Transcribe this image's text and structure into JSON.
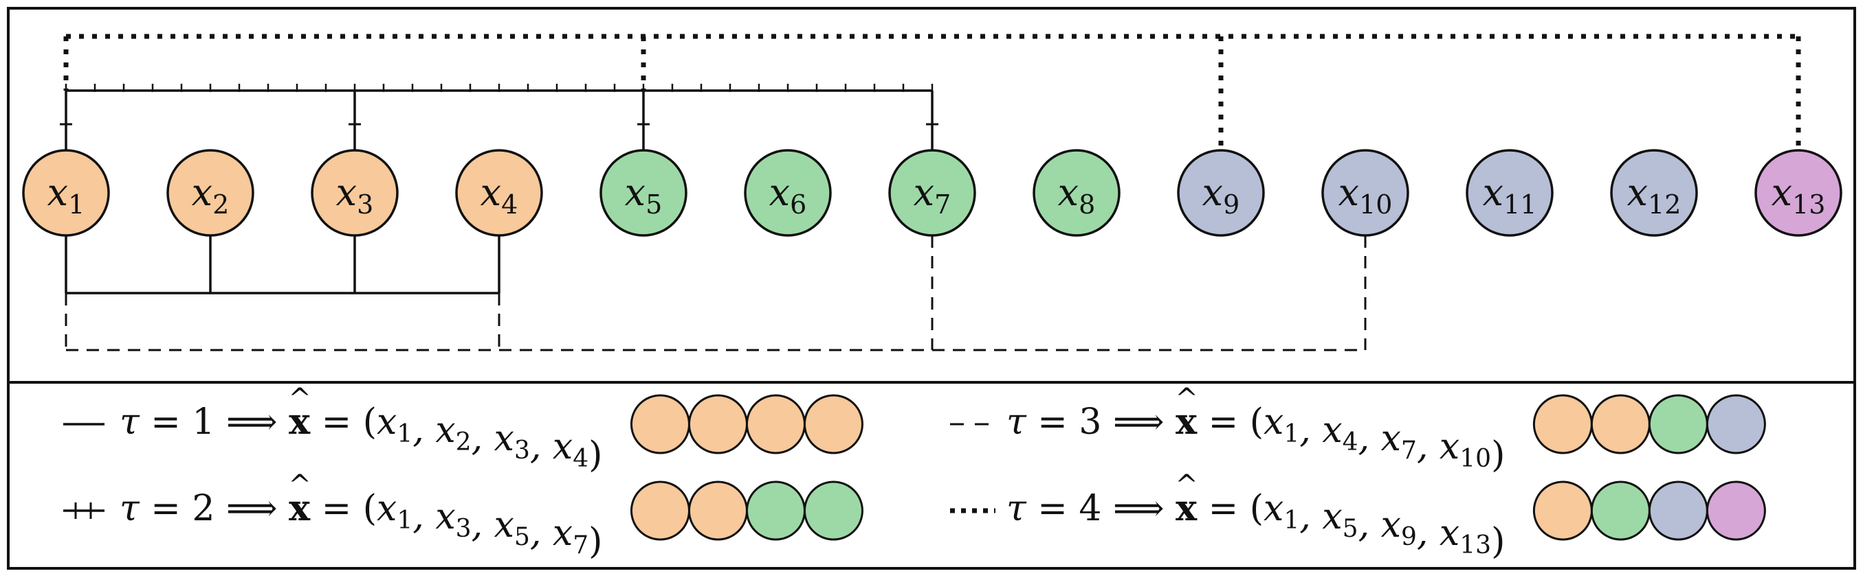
{
  "palette": {
    "orange": "#F7C99B",
    "green": "#9DD9A6",
    "blue": "#B6BFD6",
    "purple": "#D6A6D6",
    "stroke": "#111111"
  },
  "nodes": [
    {
      "base": "x",
      "sub": "1",
      "color": "orange"
    },
    {
      "base": "x",
      "sub": "2",
      "color": "orange"
    },
    {
      "base": "x",
      "sub": "3",
      "color": "orange"
    },
    {
      "base": "x",
      "sub": "4",
      "color": "orange"
    },
    {
      "base": "x",
      "sub": "5",
      "color": "green"
    },
    {
      "base": "x",
      "sub": "6",
      "color": "green"
    },
    {
      "base": "x",
      "sub": "7",
      "color": "green"
    },
    {
      "base": "x",
      "sub": "8",
      "color": "green"
    },
    {
      "base": "x",
      "sub": "9",
      "color": "blue"
    },
    {
      "base": "x",
      "sub": "10",
      "color": "blue"
    },
    {
      "base": "x",
      "sub": "11",
      "color": "blue"
    },
    {
      "base": "x",
      "sub": "12",
      "color": "blue"
    },
    {
      "base": "x",
      "sub": "13",
      "color": "purple"
    }
  ],
  "groupings": [
    {
      "tau": "1",
      "style": "solid",
      "members": [
        1,
        2,
        3,
        4
      ],
      "vector": [
        "1",
        "2",
        "3",
        "4"
      ],
      "colors": [
        "orange",
        "orange",
        "orange",
        "orange"
      ]
    },
    {
      "tau": "2",
      "style": "ticked",
      "members": [
        1,
        3,
        5,
        7
      ],
      "vector": [
        "1",
        "3",
        "5",
        "7"
      ],
      "colors": [
        "orange",
        "orange",
        "green",
        "green"
      ]
    },
    {
      "tau": "3",
      "style": "dashed",
      "members": [
        1,
        4,
        7,
        10
      ],
      "vector": [
        "1",
        "4",
        "7",
        "10"
      ],
      "colors": [
        "orange",
        "orange",
        "green",
        "blue"
      ]
    },
    {
      "tau": "4",
      "style": "dotted",
      "members": [
        1,
        5,
        9,
        13
      ],
      "vector": [
        "1",
        "5",
        "9",
        "13"
      ],
      "colors": [
        "orange",
        "green",
        "blue",
        "purple"
      ]
    }
  ],
  "legend_text": {
    "tau": "τ",
    "equals": "=",
    "implies": "⟹",
    "xhat": "x",
    "hat": "^"
  }
}
